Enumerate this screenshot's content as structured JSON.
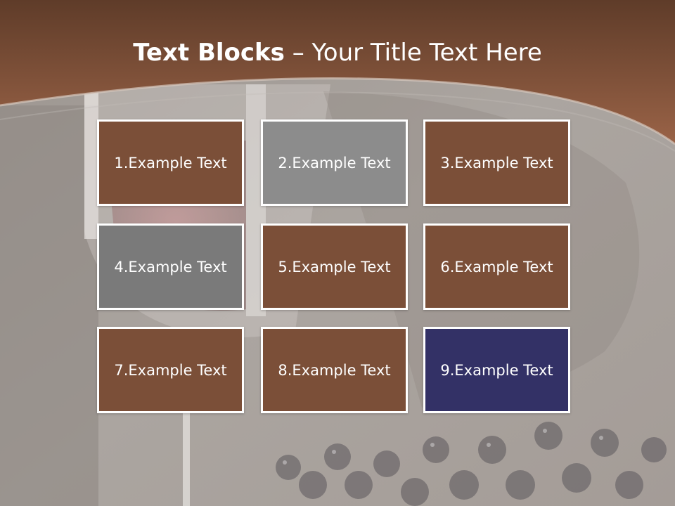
{
  "title": {
    "bold": "Text Blocks",
    "dash": " – ",
    "subtitle": "Your Title Text Here"
  },
  "colors": {
    "header_brown": "#8a5238",
    "block_brown": "#7b4f38",
    "block_gray_light": "#8c8c8c",
    "block_gray_dark": "#7a7a7a",
    "block_navy": "#333166"
  },
  "blocks": [
    {
      "label": "1.Example Text",
      "color": "#7b4f38"
    },
    {
      "label": "2.Example Text",
      "color": "#8c8c8c"
    },
    {
      "label": "3.Example Text",
      "color": "#7b4f38"
    },
    {
      "label": "4.Example Text",
      "color": "#7a7a7a"
    },
    {
      "label": "5.Example Text",
      "color": "#7b4f38"
    },
    {
      "label": "6.Example Text",
      "color": "#7b4f38"
    },
    {
      "label": "7.Example Text",
      "color": "#7b4f38"
    },
    {
      "label": "8.Example Text",
      "color": "#7b4f38"
    },
    {
      "label": "9.Example Text",
      "color": "#333166"
    }
  ]
}
